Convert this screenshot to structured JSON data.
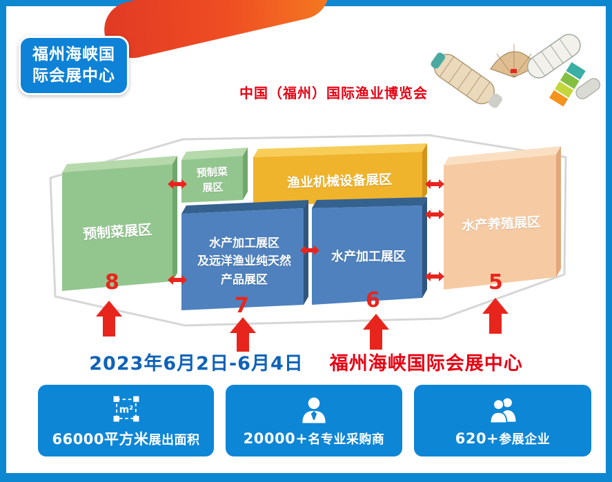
{
  "badge": {
    "line1": "福州海峡国",
    "line2": "际会展中心"
  },
  "header": {
    "title": "中国（福州）国际渔业博览会"
  },
  "colors": {
    "frame_blue": "#0E87D1",
    "accent_orange": "#EF4E23",
    "title_red": "#E60012",
    "date_blue": "#0E62B8",
    "card_blue": "#0D86D6",
    "hall_green": "#93C68F",
    "hall_yellow": "#EFB42C",
    "hall_blue": "#4E81BD",
    "hall_peach": "#F6CBA4",
    "arrow_red": "#E8251D"
  },
  "floorplan": {
    "halls": [
      {
        "name": "预制菜展区",
        "number": "8",
        "color": "#93C68F"
      },
      {
        "name": "预制菜\n展区",
        "number": "",
        "color": "#93C68F"
      },
      {
        "name": "渔业机械设备展区",
        "number": "",
        "color": "#EFB42C"
      },
      {
        "name": "水产加工展区\n及远洋渔业纯天然\n产品展区",
        "number": "7",
        "color": "#4E81BD"
      },
      {
        "name": "水产加工展区",
        "number": "6",
        "color": "#4E81BD"
      },
      {
        "name": "水产养殖展区",
        "number": "5",
        "color": "#F6CBA4"
      }
    ]
  },
  "dateline": {
    "date": "2023年6月2日-6月4日",
    "venue": "福州海峡国际会展中心"
  },
  "stats": [
    {
      "icon": "area-icon",
      "icon_text": "m²",
      "value": "66000平方米",
      "suffix": "展出面积"
    },
    {
      "icon": "buyer-icon",
      "icon_text": "",
      "value": "20000+",
      "suffix": "名专业采购商"
    },
    {
      "icon": "people-icon",
      "icon_text": "",
      "value": "620+",
      "suffix": "参展企业"
    }
  ]
}
